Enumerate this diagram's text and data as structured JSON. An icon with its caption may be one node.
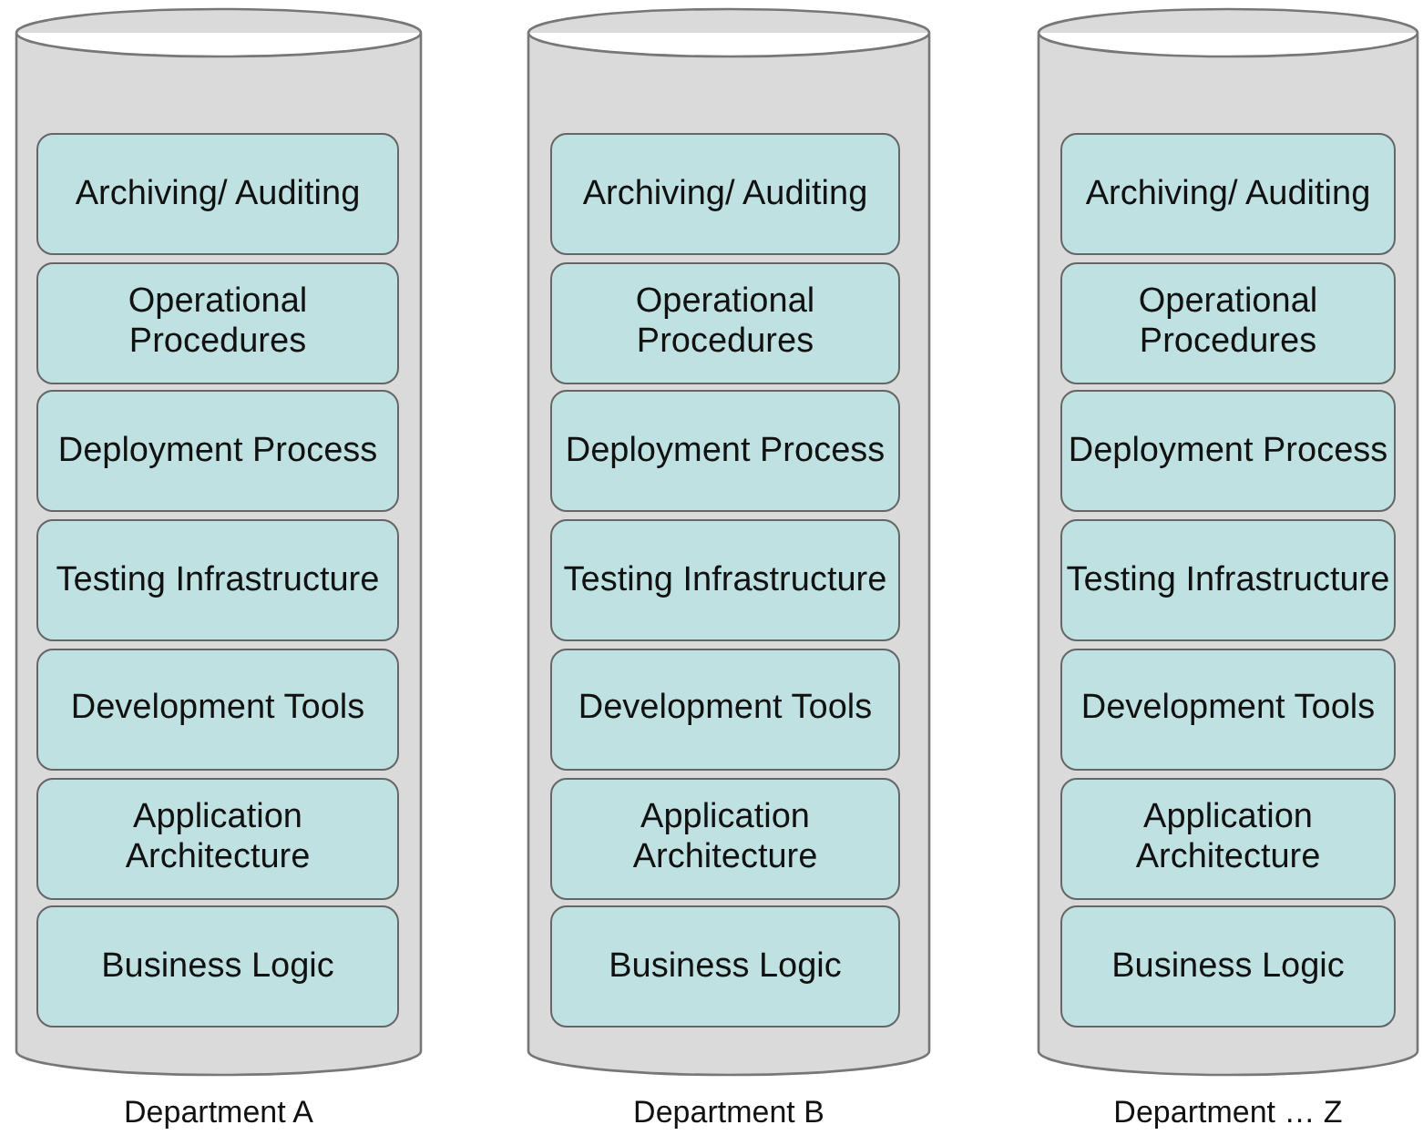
{
  "diagram": {
    "nodes": [
      {
        "text": [
          "Department A"
        ]
      },
      {
        "text": [
          "Archiving/ Auditing"
        ],
        "in": 0
      },
      {
        "text": [
          "Operational Procedures"
        ],
        "in": 0
      },
      {
        "text": [
          "Deployment Process"
        ],
        "in": 0
      },
      {
        "text": [
          "Testing Infrastructure"
        ],
        "in": 0
      },
      {
        "text": [
          "Development Tools"
        ],
        "in": 0
      },
      {
        "text": [
          "Application Architecture"
        ],
        "in": 0
      },
      {
        "text": [
          "Business Logic"
        ],
        "in": 0
      },
      {
        "text": [
          "Department B"
        ]
      },
      {
        "text": [
          "Archiving/ Auditing"
        ],
        "in": 8
      },
      {
        "text": [
          "Operational Procedures"
        ],
        "in": 8
      },
      {
        "text": [
          "Deployment Process"
        ],
        "in": 8
      },
      {
        "text": [
          "Testing Infrastructure"
        ],
        "in": 8
      },
      {
        "text": [
          "Development Tools"
        ],
        "in": 8
      },
      {
        "text": [
          "Application Architecture"
        ],
        "in": 8
      },
      {
        "text": [
          "Business Logic"
        ],
        "in": 8
      },
      {
        "text": [
          "Department … Z"
        ]
      },
      {
        "text": [
          "Archiving/ Auditing"
        ],
        "in": 16
      },
      {
        "text": [
          "Operational Procedures"
        ],
        "in": 16
      },
      {
        "text": [
          "Deployment Process"
        ],
        "in": 16
      },
      {
        "text": [
          "Testing Infrastructure"
        ],
        "in": 16
      },
      {
        "text": [
          "Development Tools"
        ],
        "in": 16
      },
      {
        "text": [
          "Application Architecture"
        ],
        "in": 16
      },
      {
        "text": [
          "Business Logic"
        ],
        "in": 16
      }
    ]
  }
}
